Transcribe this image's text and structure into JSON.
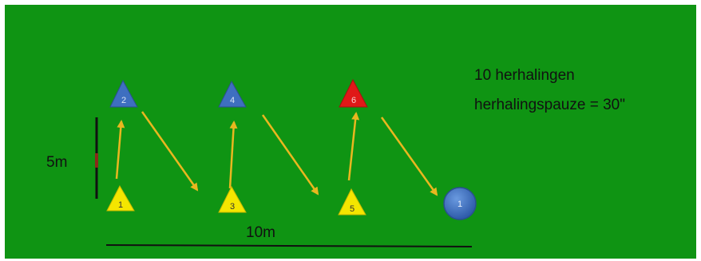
{
  "drill": {
    "info_line1": "10 herhalingen",
    "info_line2": "herhalingspauze = 30\"",
    "dim_height_label": "5m",
    "dim_width_label": "10m"
  },
  "cones": [
    {
      "id": "cone-1",
      "number": "1",
      "color": "yellow"
    },
    {
      "id": "cone-2",
      "number": "2",
      "color": "blue"
    },
    {
      "id": "cone-3",
      "number": "3",
      "color": "yellow"
    },
    {
      "id": "cone-4",
      "number": "4",
      "color": "blue"
    },
    {
      "id": "cone-5",
      "number": "5",
      "color": "yellow"
    },
    {
      "id": "cone-6",
      "number": "6",
      "color": "red"
    }
  ],
  "ball": {
    "number": "1",
    "color": "blue"
  },
  "colors": {
    "field": "#0f9413",
    "yellow_cone": "#f4e600",
    "blue_cone": "#3e6fc0",
    "red_cone": "#e01818",
    "arrow": "#e9b71f",
    "line": "#111111"
  }
}
